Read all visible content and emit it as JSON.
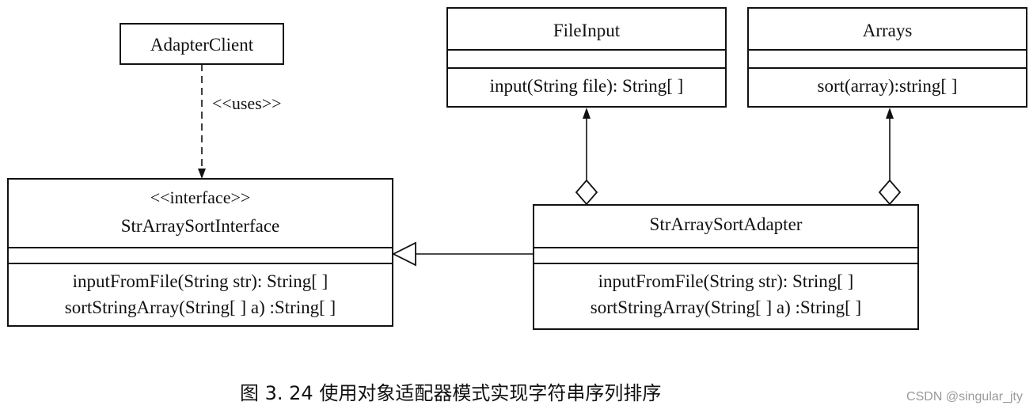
{
  "diagram": {
    "classes": {
      "adapter_client": {
        "name": "AdapterClient"
      },
      "file_input": {
        "name": "FileInput",
        "methods": [
          "input(String file): String[ ]"
        ]
      },
      "arrays": {
        "name": "Arrays",
        "methods": [
          "sort(array):string[ ]"
        ]
      },
      "sort_interface": {
        "stereotype": "<<interface>>",
        "name": "StrArraySortInterface",
        "methods": [
          "inputFromFile(String str): String[ ]",
          "sortStringArray(String[ ] a) :String[ ]"
        ]
      },
      "sort_adapter": {
        "name": "StrArraySortAdapter",
        "methods": [
          "inputFromFile(String str): String[ ]",
          "sortStringArray(String[ ] a) :String[ ]"
        ]
      }
    },
    "relations": {
      "uses_label": "<<uses>>"
    }
  },
  "caption": "图 3. 24   使用对象适配器模式实现字符串序列排序",
  "watermark": "CSDN @singular_jty",
  "colors": {
    "line": "#111111",
    "background": "#ffffff",
    "watermark": "#9a9a9a"
  }
}
